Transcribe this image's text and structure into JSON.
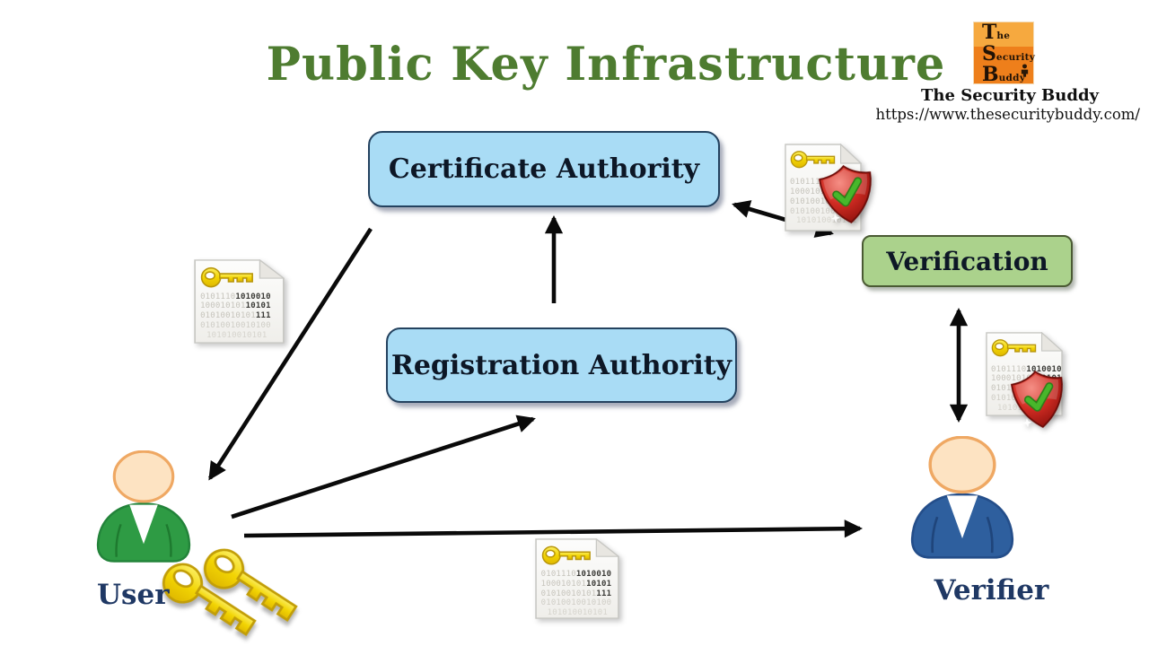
{
  "title": "Public Key Infrastructure",
  "brand": {
    "name": "The Security Buddy",
    "url": "https://www.thesecuritybuddy.com/",
    "logo_lines": [
      {
        "lead": "T",
        "rest": "he"
      },
      {
        "lead": "S",
        "rest": "ecurity"
      },
      {
        "lead": "B",
        "rest": "uddy"
      }
    ]
  },
  "nodes": {
    "certificate_authority": "Certificate Authority",
    "registration_authority": "Registration Authority",
    "verification": "Verification",
    "user": "User",
    "verifier": "Verifier"
  },
  "certificate_document": {
    "binary_lines": [
      {
        "dim": "0101110",
        "bold": "1010010"
      },
      {
        "dim": "100010101",
        "bold": "10101"
      },
      {
        "dim": "01010010101",
        "bold": "111"
      },
      {
        "dim": "01010010010100",
        "bold": ""
      },
      {
        "dim": "101010010101",
        "bold": ""
      }
    ]
  },
  "colors": {
    "title_green": "#4e7c30",
    "box_blue_fill": "#a9dcf5",
    "box_blue_border": "#24425f",
    "box_green_fill": "#abd28c",
    "box_green_border": "#4a5a33",
    "label_navy": "#1f3864",
    "logo_orange_top": "#f6a93f",
    "logo_orange_bottom": "#ee7f1b"
  }
}
